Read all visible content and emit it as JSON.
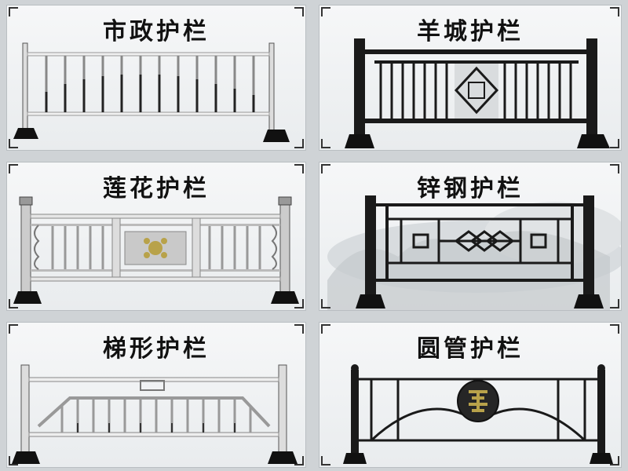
{
  "panels": [
    {
      "title": "市政护栏"
    },
    {
      "title": "羊城护栏"
    },
    {
      "title": "莲花护栏"
    },
    {
      "title": "锌钢护栏"
    },
    {
      "title": "梯形护栏"
    },
    {
      "title": "圆管护栏"
    }
  ],
  "colors": {
    "metal_dark": "#1a1a1a",
    "metal_light": "#e9ecee",
    "gold": "#b8a24a",
    "background": "#cfd3d6"
  }
}
